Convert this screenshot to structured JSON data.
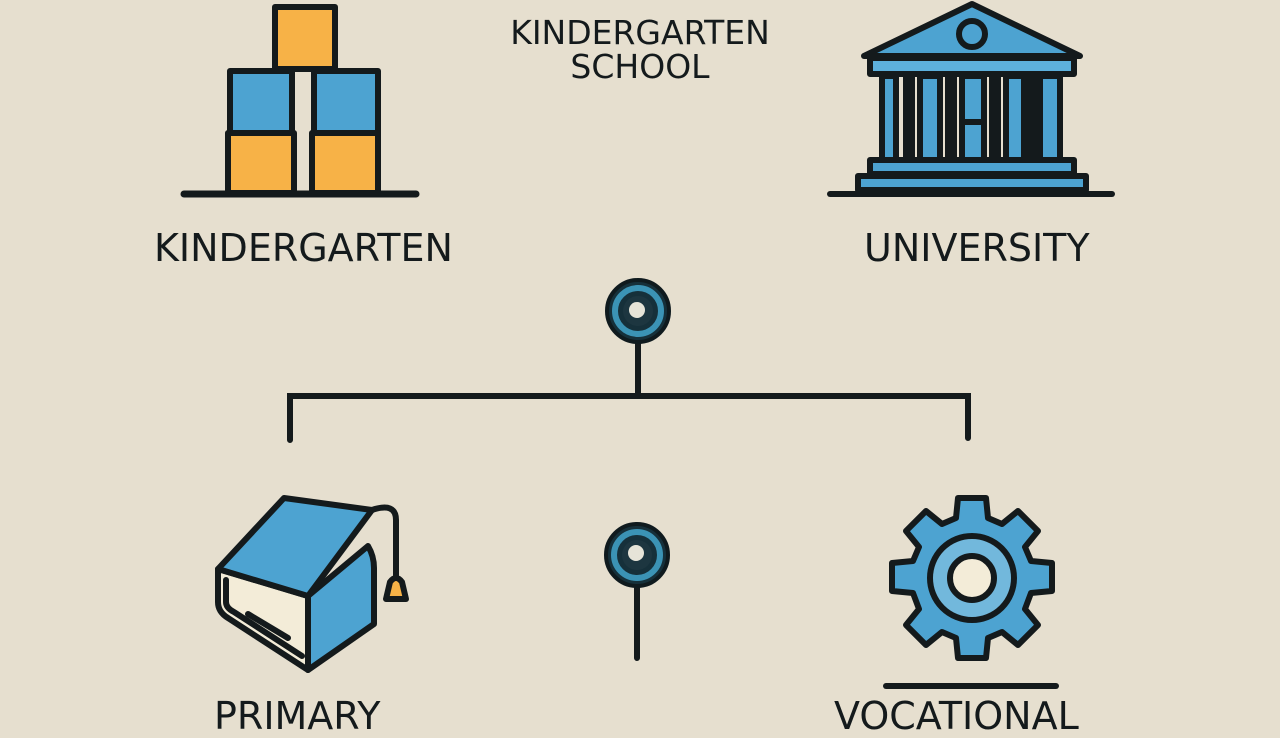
{
  "diagram": {
    "title": {
      "line1": "KINDERGARTEN",
      "line2": "SCHOOL"
    },
    "nodes": [
      {
        "id": "kindergarten",
        "label": "KINDERGARTEN",
        "icon": "building-blocks-icon"
      },
      {
        "id": "university",
        "label": "UNIVERSITY",
        "icon": "university-building-icon"
      },
      {
        "id": "primary",
        "label": "PRIMARY",
        "icon": "graduation-cap-book-icon"
      },
      {
        "id": "vocational",
        "label": "VOCATIONAL",
        "icon": "gear-icon"
      }
    ],
    "connectors": [
      {
        "id": "hub-top",
        "icon": "pin-node-icon"
      },
      {
        "id": "hub-bottom",
        "icon": "pin-node-icon"
      }
    ]
  },
  "colors": {
    "background": "#e6dfcf",
    "outline": "#141a1c",
    "blue": "#4da3d1",
    "orange": "#f7b247"
  }
}
